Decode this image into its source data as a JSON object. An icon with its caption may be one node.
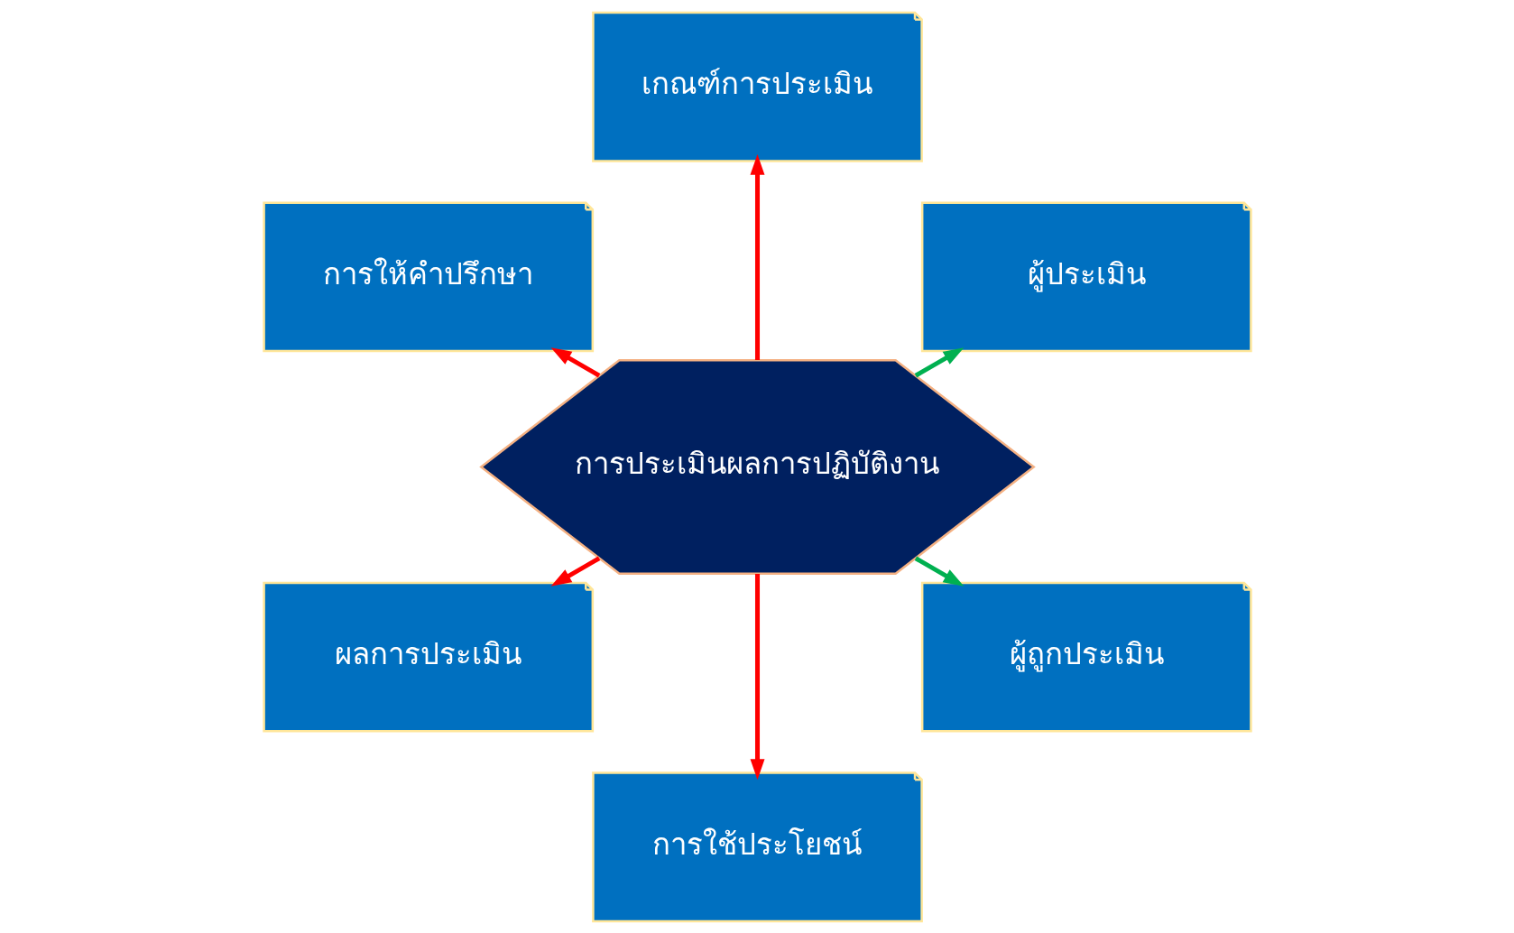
{
  "diagram": {
    "nodes": [
      {
        "text": [
          "การประเมินผลการปฏิบัติงาน"
        ]
      },
      {
        "text": [
          "ผู้ประเมิน"
        ]
      },
      {
        "text": [
          "เกณฑ์การประเมิน"
        ]
      },
      {
        "text": [
          "การให้คำปรึกษา"
        ]
      },
      {
        "text": [
          "ผลการประเมิน"
        ]
      },
      {
        "text": [
          "การใช้ประโยชน์"
        ]
      },
      {
        "text": [
          "ผู้ถูกประเมิน"
        ]
      }
    ],
    "edges": [
      {
        "from": 0,
        "to": 1,
        "arrow": "to",
        "color": "#00b050"
      },
      {
        "from": 0,
        "to": 2,
        "arrow": "to"
      },
      {
        "from": 0,
        "to": 3,
        "arrow": "to"
      },
      {
        "from": 0,
        "to": 4,
        "arrow": "to"
      },
      {
        "from": 0,
        "to": 5,
        "arrow": "to"
      },
      {
        "from": 0,
        "to": 6,
        "arrow": "to",
        "color": "#00b050"
      }
    ]
  }
}
